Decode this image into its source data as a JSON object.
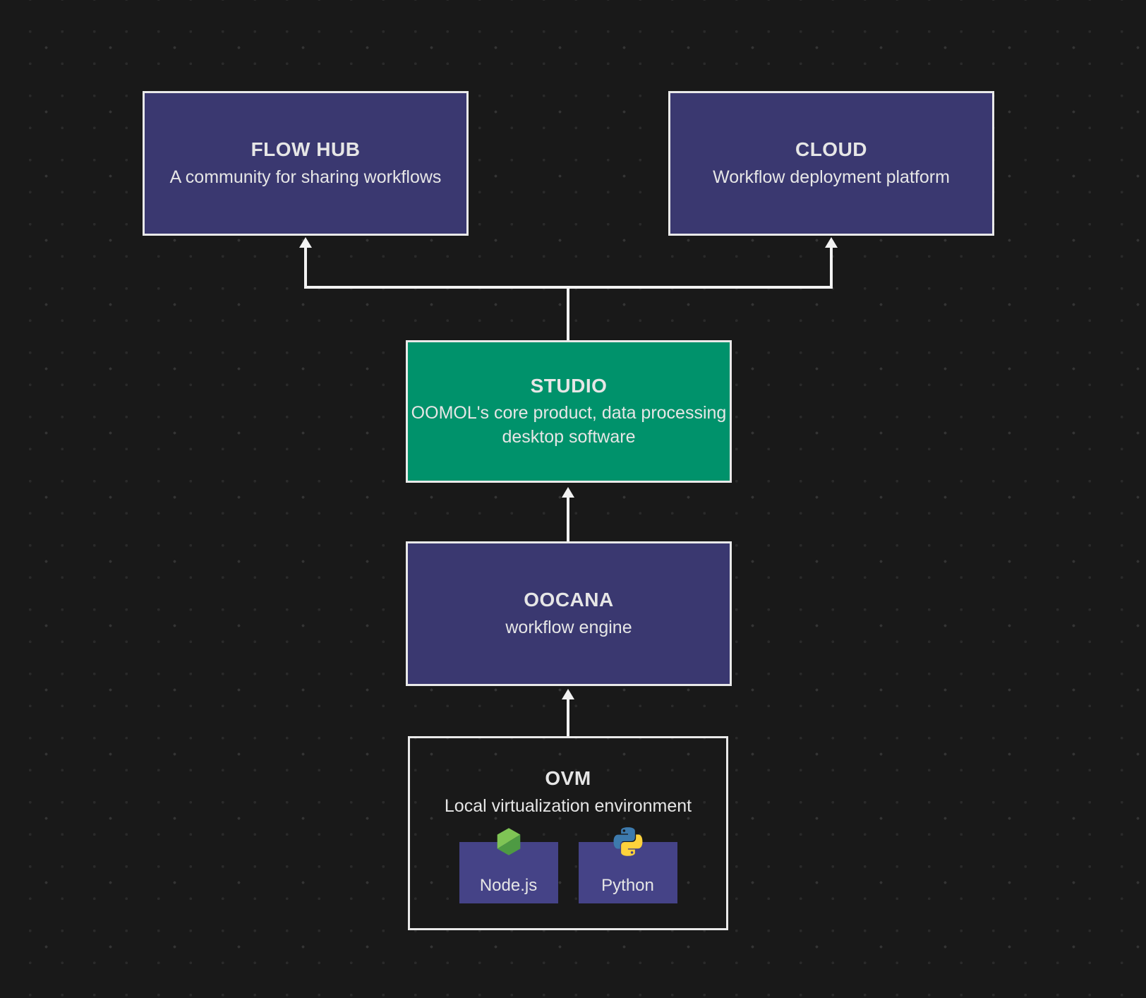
{
  "colors": {
    "background": "#191919",
    "dot": "#2a2a2a",
    "dot_bright": "#343434",
    "purple": "#3a3870",
    "purple_light": "#454387",
    "green": "#00926b",
    "border": "#e9e9e9",
    "line": "#f2f2f2",
    "text": "#e6e6e6",
    "nodejs_green_light": "#7fc455",
    "nodejs_green_dark": "#4e9a43",
    "python_blue": "#3d7aad",
    "python_yellow": "#fdd23c"
  },
  "nodes": {
    "flow_hub": {
      "title": "FLOW HUB",
      "subtitle": "A community for sharing workflows"
    },
    "cloud": {
      "title": "CLOUD",
      "subtitle": "Workflow deployment platform"
    },
    "studio": {
      "title": "STUDIO",
      "subtitle": "OOMOL's core product, data processing desktop software"
    },
    "oocana": {
      "title": "OOCANA",
      "subtitle": "workflow engine"
    },
    "ovm": {
      "title": "OVM",
      "subtitle": "Local virtualization environment",
      "runtimes": [
        {
          "label": "Node.js",
          "icon": "nodejs-icon"
        },
        {
          "label": "Python",
          "icon": "python-icon"
        }
      ]
    }
  },
  "connectors": {
    "studio_to_flow_hub": "arrow-up",
    "studio_to_cloud": "arrow-up",
    "oocana_to_studio": "arrow-up",
    "ovm_to_oocana": "arrow-up"
  }
}
